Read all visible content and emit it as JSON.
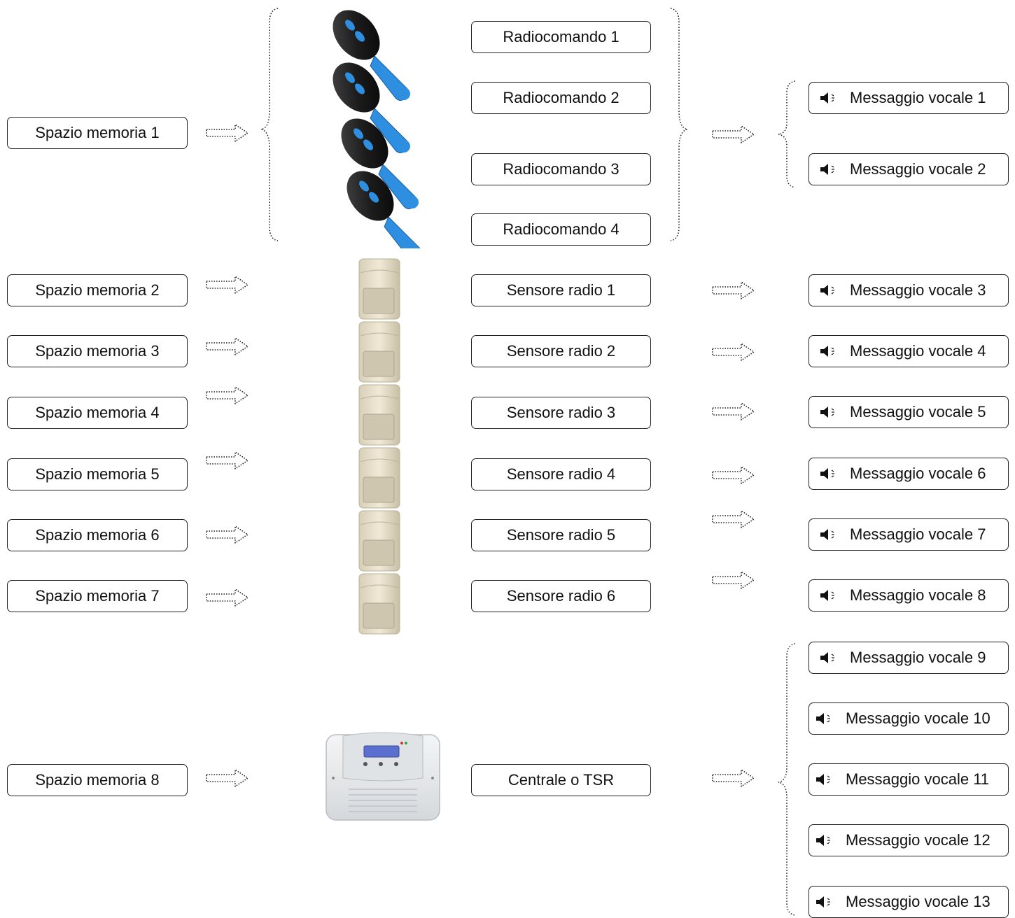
{
  "memory_slots": [
    {
      "label": "Spazio memoria 1"
    },
    {
      "label": "Spazio memoria 2"
    },
    {
      "label": "Spazio memoria 3"
    },
    {
      "label": "Spazio memoria 4"
    },
    {
      "label": "Spazio memoria 5"
    },
    {
      "label": "Spazio memoria 6"
    },
    {
      "label": "Spazio memoria 7"
    },
    {
      "label": "Spazio memoria 8"
    }
  ],
  "devices": [
    {
      "label": "Radiocomando 1"
    },
    {
      "label": "Radiocomando 2"
    },
    {
      "label": "Radiocomando 3"
    },
    {
      "label": "Radiocomando 4"
    },
    {
      "label": "Sensore radio 1"
    },
    {
      "label": "Sensore radio 2"
    },
    {
      "label": "Sensore radio 3"
    },
    {
      "label": "Sensore radio 4"
    },
    {
      "label": "Sensore radio 5"
    },
    {
      "label": "Sensore radio 6"
    },
    {
      "label": "Centrale o TSR"
    }
  ],
  "messages": [
    {
      "label": "Messaggio vocale 1",
      "icon": "speaker-icon"
    },
    {
      "label": "Messaggio vocale 2",
      "icon": "speaker-icon"
    },
    {
      "label": "Messaggio vocale 3",
      "icon": "speaker-icon"
    },
    {
      "label": "Messaggio vocale 4",
      "icon": "speaker-icon"
    },
    {
      "label": "Messaggio vocale 5",
      "icon": "speaker-icon"
    },
    {
      "label": "Messaggio vocale 6",
      "icon": "speaker-icon"
    },
    {
      "label": "Messaggio vocale 7",
      "icon": "speaker-icon"
    },
    {
      "label": "Messaggio vocale 8",
      "icon": "speaker-icon"
    },
    {
      "label": "Messaggio vocale 9",
      "icon": "speaker-icon"
    },
    {
      "label": "Messaggio vocale 10",
      "icon": "speaker-icon"
    },
    {
      "label": "Messaggio vocale 11",
      "icon": "speaker-icon"
    },
    {
      "label": "Messaggio vocale 12",
      "icon": "speaker-icon"
    },
    {
      "label": "Messaggio vocale 13",
      "icon": "speaker-icon"
    }
  ],
  "images": {
    "remote": "remote-control-keyfob-icon",
    "sensor": "pir-motion-sensor-icon",
    "panel": "alarm-control-panel-icon"
  },
  "colors": {
    "box_border": "#222222",
    "keyfob_blue": "#2e8ee0",
    "keyfob_body": "#1a1a1a",
    "sensor_beige": "#e8e0cc",
    "panel_grey": "#e6e8ea"
  }
}
